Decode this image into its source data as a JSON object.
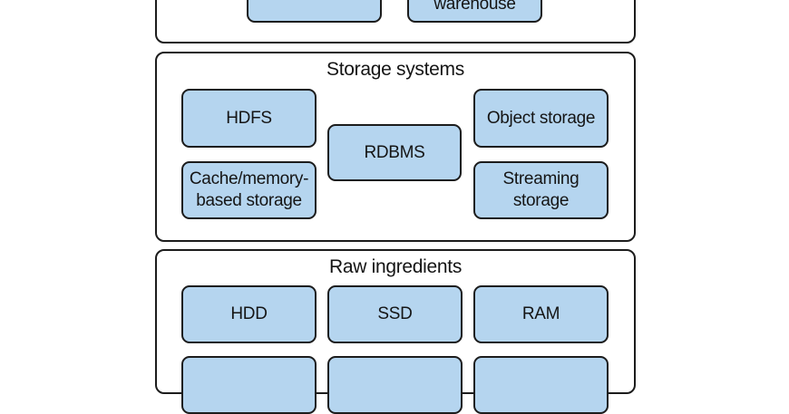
{
  "diagram": {
    "colors": {
      "node_fill": "#b5d5ef",
      "border": "#1c1c1c",
      "background": "#ffffff"
    },
    "sections": [
      {
        "id": "top",
        "title": "",
        "nodes": [
          {
            "label": ""
          },
          {
            "label": "warehouse"
          }
        ]
      },
      {
        "id": "storage-systems",
        "title": "Storage systems",
        "nodes": [
          {
            "label": "HDFS"
          },
          {
            "label": "RDBMS"
          },
          {
            "label": "Object storage"
          },
          {
            "label": "Cache/memory-\nbased storage"
          },
          {
            "label": "Streaming\nstorage"
          }
        ]
      },
      {
        "id": "raw-ingredients",
        "title": "Raw ingredients",
        "nodes": [
          {
            "label": "HDD"
          },
          {
            "label": "SSD"
          },
          {
            "label": "RAM"
          },
          {
            "label": ""
          },
          {
            "label": ""
          },
          {
            "label": ""
          }
        ]
      }
    ]
  }
}
